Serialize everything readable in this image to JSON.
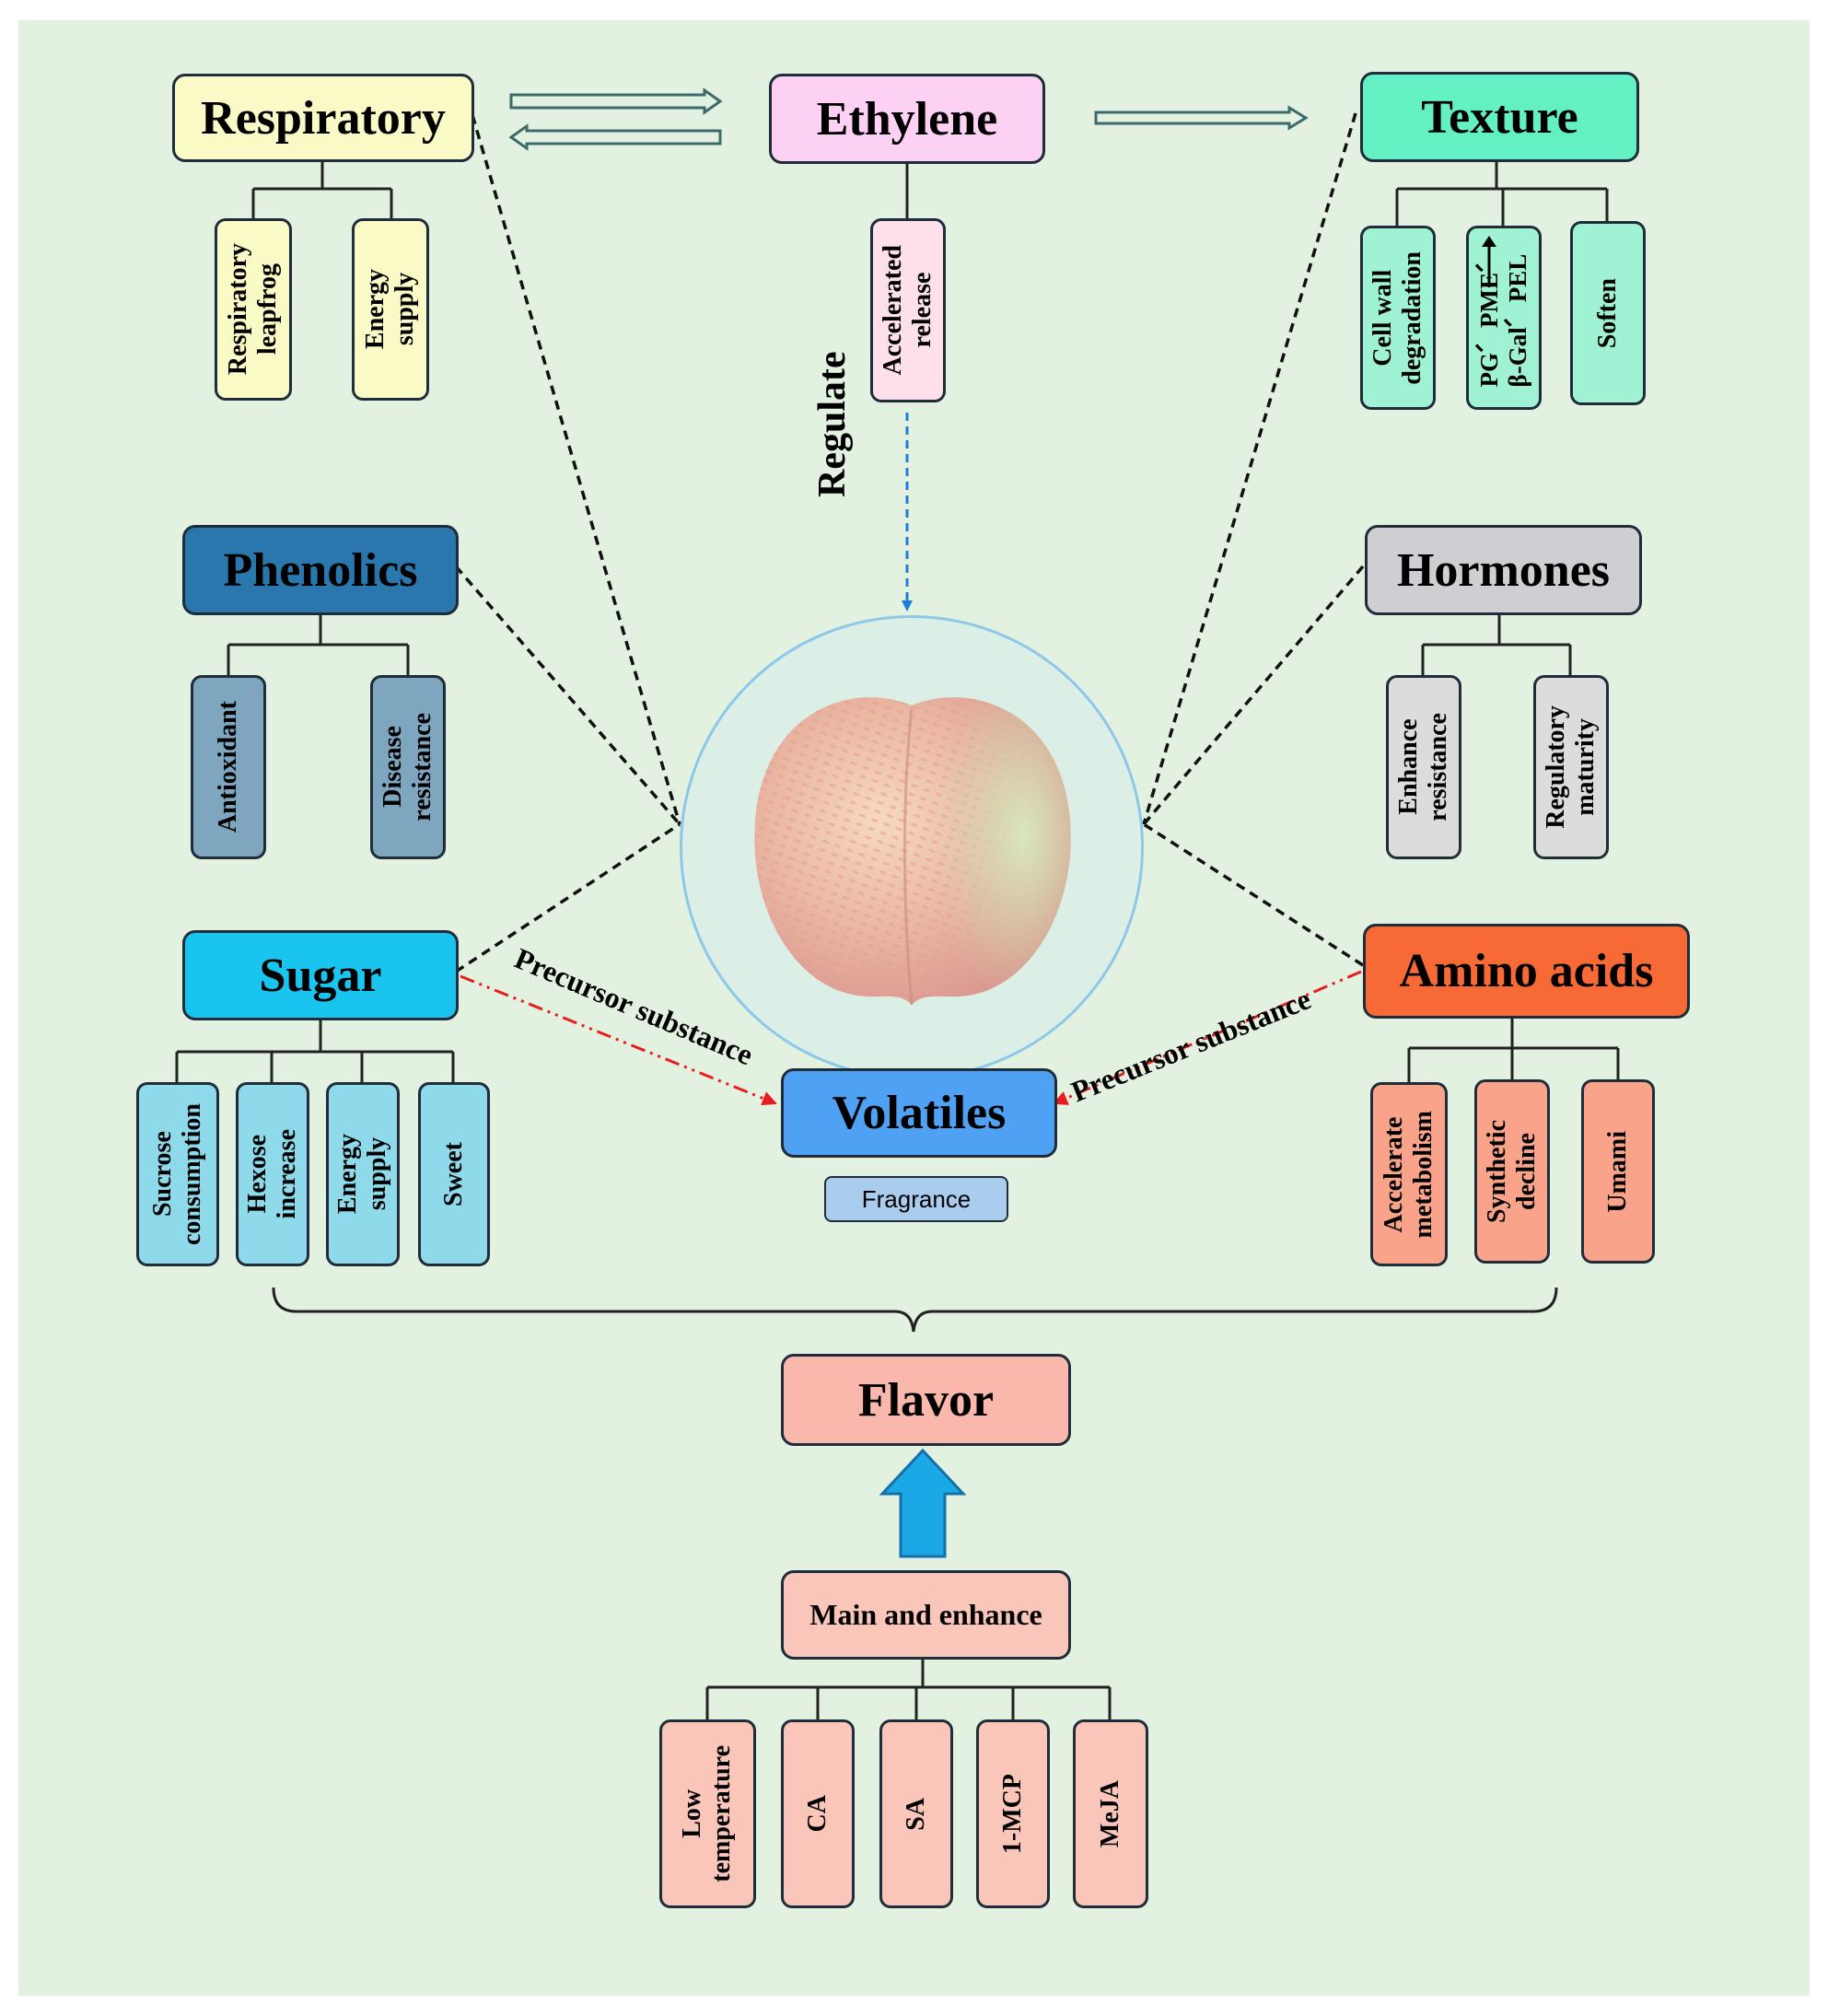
{
  "nodes": {
    "respiratory": "Respiratory",
    "ethylene": "Ethylene",
    "texture": "Texture",
    "phenolics": "Phenolics",
    "hormones": "Hormones",
    "sugar": "Sugar",
    "amino_acids": "Amino acids",
    "volatiles": "Volatiles",
    "flavor": "Flavor",
    "main_enhance": "Main and enhance"
  },
  "respiratory_subs": [
    "Respiratory\nleapfrog",
    "Energy\nsupply"
  ],
  "ethylene_sub": "Accelerated\nrelease",
  "texture_subs": {
    "cell_wall": "Cell wall\ndegradation",
    "enzymes_line1": "PG、PME、",
    "enzymes_line2": "β-Gal、PEL",
    "soften": "Soften"
  },
  "phenolics_subs": [
    "Antioxidant",
    "Disease\nresistance"
  ],
  "hormones_subs": [
    "Enhance\nresistance",
    "Regulatory\nmaturity"
  ],
  "sugar_subs": [
    "Sucrose\nconsumption",
    "Hexose\nincrease",
    "Energy\nsupply",
    "Sweet"
  ],
  "amino_subs": [
    "Accelerate\nmetabolism",
    "Synthetic\ndecline",
    "Umami"
  ],
  "volatiles_sub": "Fragrance",
  "treatments": [
    "Low\ntemperature",
    "CA",
    "SA",
    "1-MCP",
    "MeJA"
  ],
  "annotations": {
    "regulate": "Regulate",
    "precursor_left": "Precursor substance",
    "precursor_right": "Precursor substance"
  },
  "colors": {
    "background": "#e3f1e0",
    "respiratory": "#fafac6",
    "ethylene": "#fdd1f4",
    "texture": "#63f0c3",
    "phenolics": "#2a77ad",
    "hormones": "#cfcfd3",
    "sugar": "#19c4ef",
    "amino_acids": "#f86a35",
    "volatiles": "#4fa1f4",
    "flavor": "#fab8ad",
    "arrow_blue": "#1aa8e6",
    "precursor_red": "#e81e1e"
  }
}
